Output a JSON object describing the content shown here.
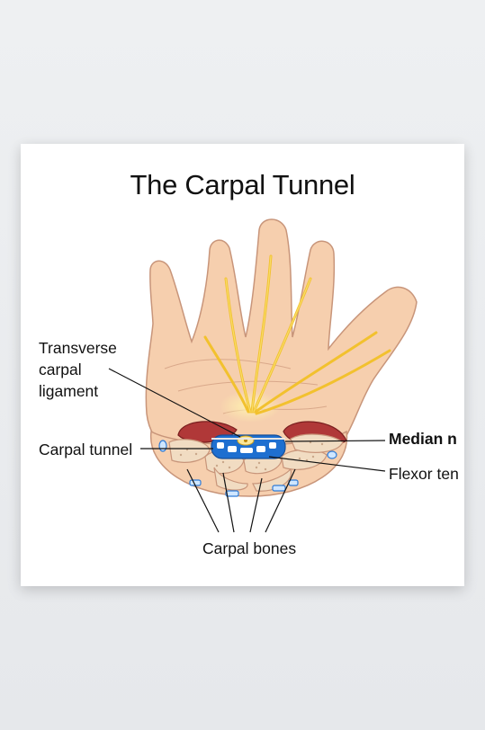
{
  "title": "The Carpal Tunnel",
  "labels": {
    "transverse_line1": "Transverse",
    "transverse_line2": "carpal",
    "transverse_line3": "ligament",
    "carpal_tunnel": "Carpal tunnel",
    "median_nerve": "Median n",
    "flexor_tendons": "Flexor ten",
    "carpal_bones": "Carpal bones"
  },
  "colors": {
    "skin": "#f6cfae",
    "skin_outline": "#c8957a",
    "nerve": "#f2c12e",
    "tendon": "#1e6fd0",
    "muscle": "#b03838",
    "bone": "#f1dcc2"
  }
}
